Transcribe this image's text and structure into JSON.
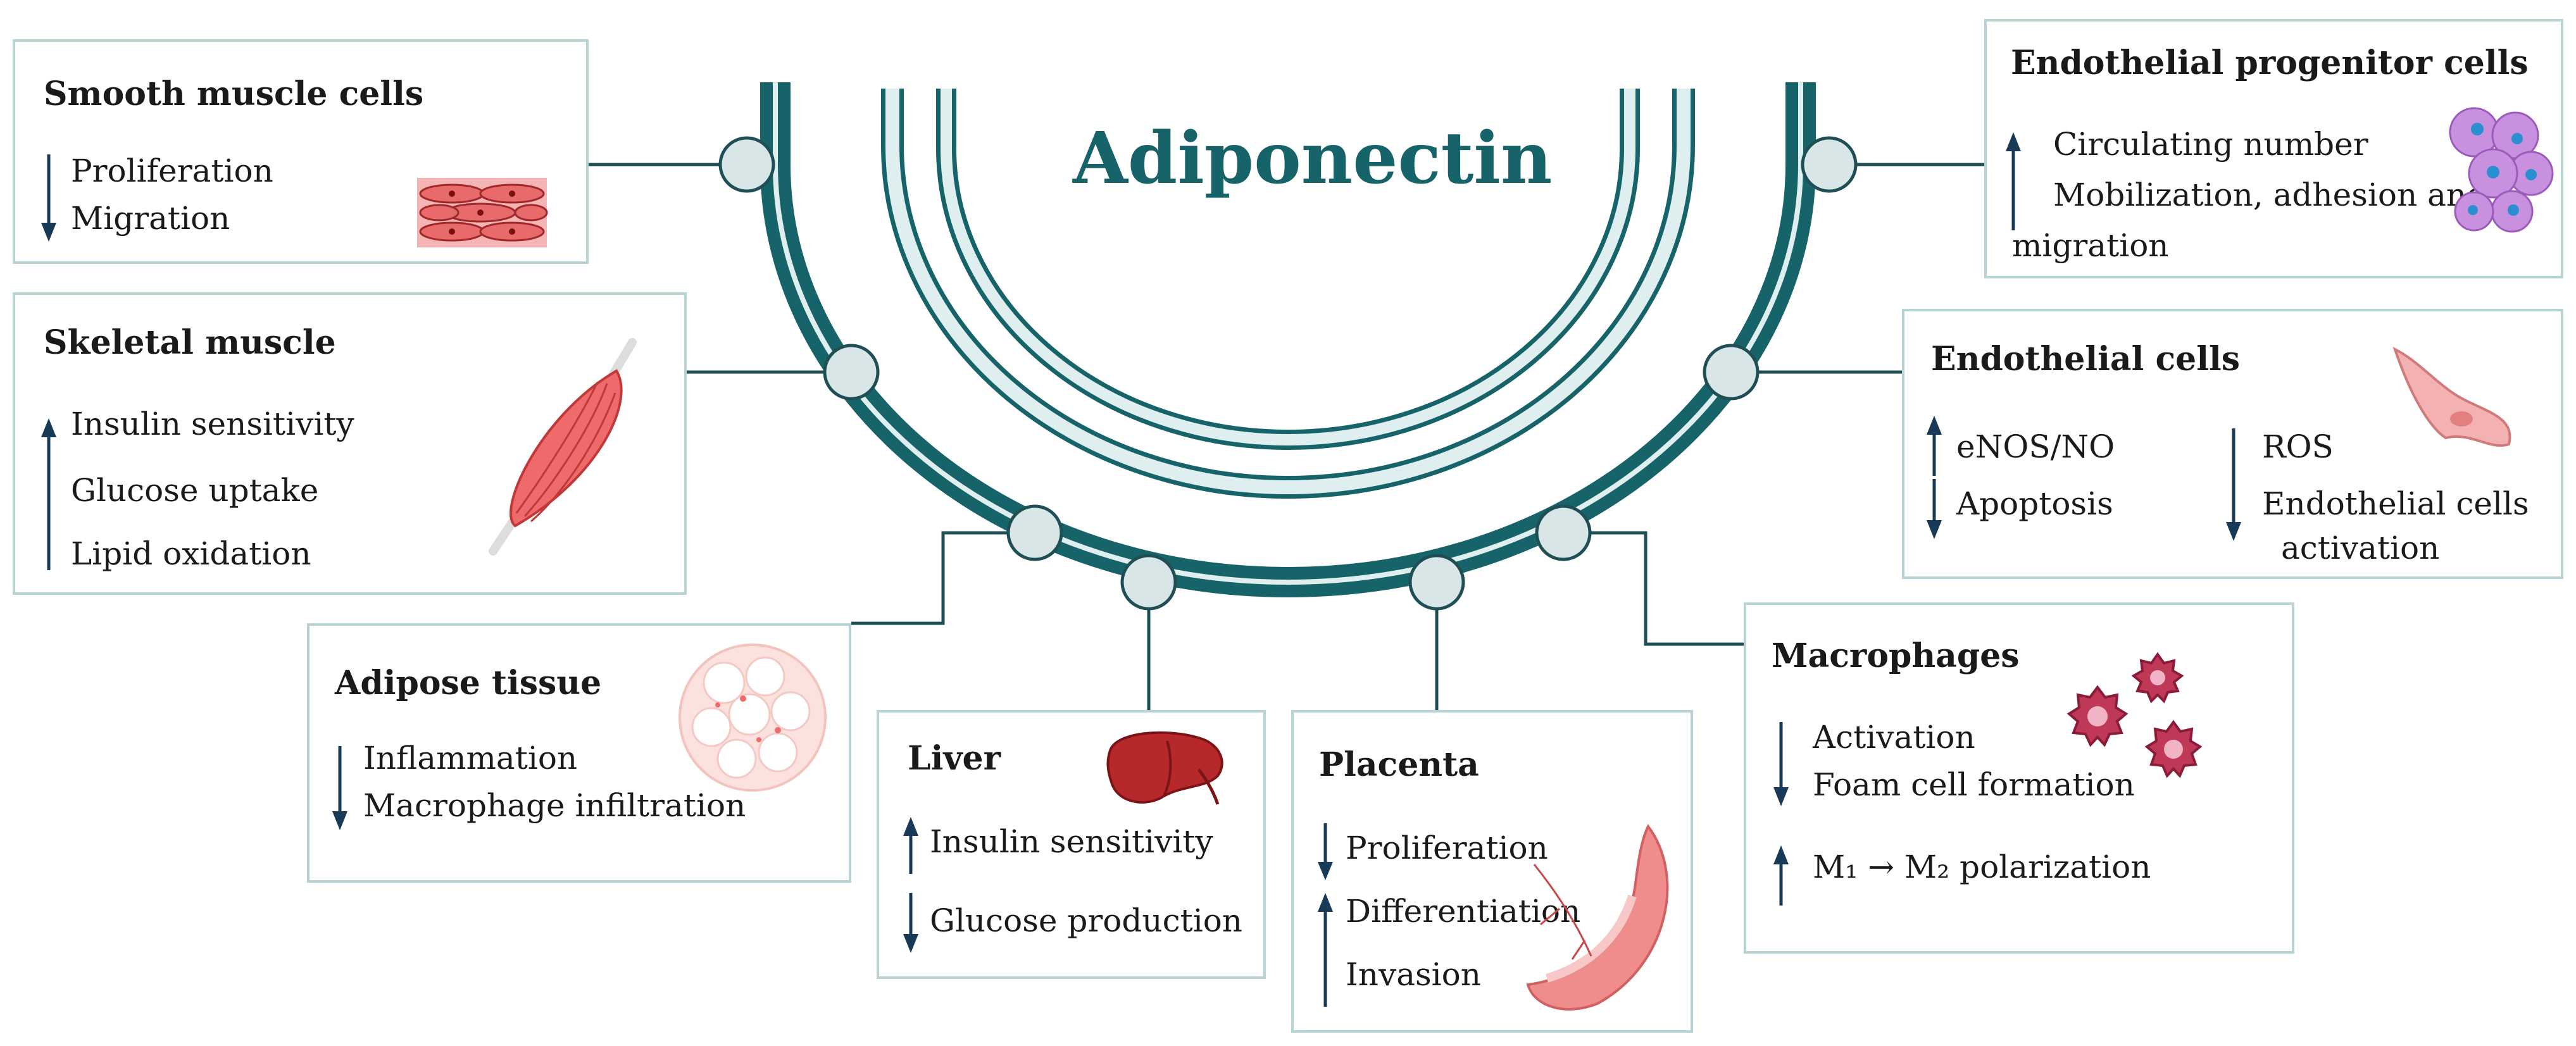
{
  "title": "Adiponectin",
  "colors": {
    "ring": "#17636a",
    "ring_inner": "#dfeeee",
    "node": "#d8e6e8",
    "box_border": "#b7d3d3",
    "arrow": "#183a56"
  },
  "boxes": {
    "smooth": {
      "title": "Smooth muscle cells",
      "items": [
        "Proliferation",
        "Migration"
      ],
      "arrows": [
        "down"
      ]
    },
    "epc": {
      "title": "Endothelial progenitor cells",
      "items": [
        "Circulating number",
        "Mobilization, adhesion and",
        "migration"
      ],
      "arrows": [
        "up"
      ]
    },
    "skeletal": {
      "title": "Skeletal muscle",
      "items": [
        "Insulin sensitivity",
        "Glucose uptake",
        "Lipid oxidation"
      ],
      "arrows": [
        "up"
      ]
    },
    "endothelial": {
      "title": "Endothelial cells",
      "items": [
        "eNOS/NO",
        "Apoptosis",
        "ROS",
        "Endothelial cells",
        "activation"
      ],
      "arrows": [
        "up",
        "down",
        "down"
      ]
    },
    "adipose": {
      "title": "Adipose tissue",
      "items": [
        "Inflammation",
        "Macrophage infiltration"
      ],
      "arrows": [
        "down"
      ]
    },
    "liver": {
      "title": "Liver",
      "items": [
        "Insulin sensitivity",
        "Glucose production"
      ],
      "arrows": [
        "up",
        "down"
      ]
    },
    "placenta": {
      "title": "Placenta",
      "items": [
        "Proliferation",
        "Differentiation",
        "Invasion"
      ],
      "arrows": [
        "down",
        "up"
      ]
    },
    "macrophages": {
      "title": "Macrophages",
      "items": [
        "Activation",
        "Foam cell formation",
        "M₁ → M₂ polarization"
      ],
      "arrows": [
        "down",
        "up"
      ]
    }
  },
  "icons": [
    "smooth-muscle-cell-icon",
    "progenitor-cells-icon",
    "skeletal-muscle-icon",
    "endothelial-cell-icon",
    "adipose-tissue-icon",
    "liver-icon",
    "placenta-icon",
    "macrophage-icon"
  ]
}
